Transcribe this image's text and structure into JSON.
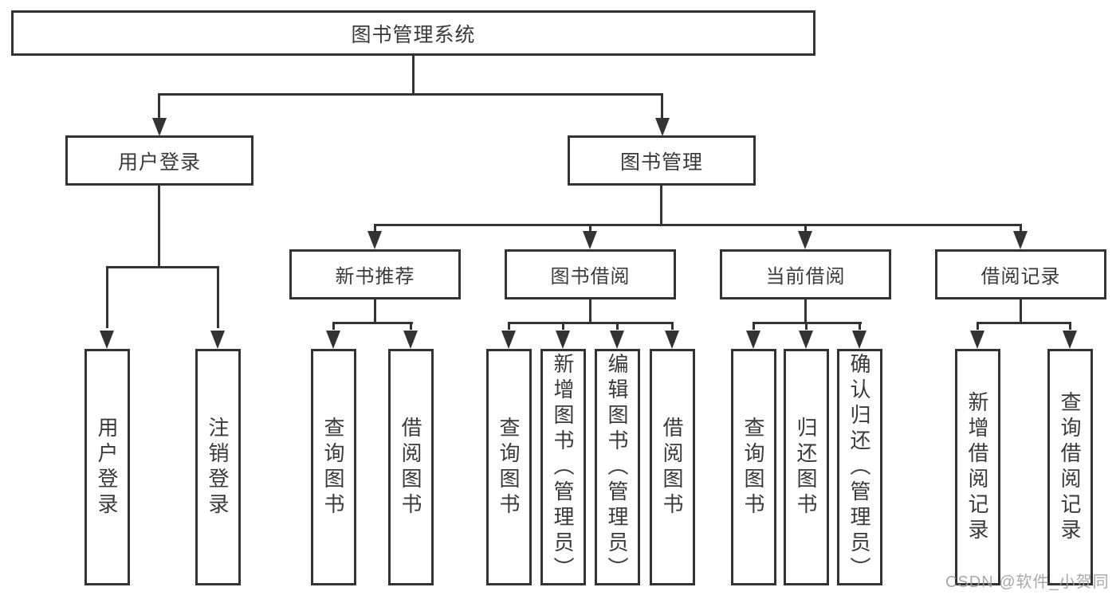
{
  "diagram": {
    "root": {
      "label": "图书管理系统"
    },
    "branches": [
      {
        "label": "用户登录",
        "children": [
          {
            "label": "用户登录"
          },
          {
            "label": "注销登录"
          }
        ]
      },
      {
        "label": "图书管理",
        "sections": [
          {
            "label": "新书推荐",
            "children": [
              {
                "label": "查询图书"
              },
              {
                "label": "借阅图书"
              }
            ]
          },
          {
            "label": "图书借阅",
            "children": [
              {
                "label": "查询图书"
              },
              {
                "label": "新增图书（管理员）"
              },
              {
                "label": "编辑图书（管理员）"
              },
              {
                "label": "借阅图书"
              }
            ]
          },
          {
            "label": "当前借阅",
            "children": [
              {
                "label": "查询图书"
              },
              {
                "label": "归还图书"
              },
              {
                "label": "确认归还（管理员）"
              }
            ]
          },
          {
            "label": "借阅记录",
            "children": [
              {
                "label": "新增借阅记录"
              },
              {
                "label": "查询借阅记录"
              }
            ]
          }
        ]
      }
    ]
  },
  "watermark": {
    "text": "CSDN @软件_小贺同学"
  },
  "colors": {
    "line": "#333333",
    "text": "#3a3a3a",
    "watermark": "#9d9d9d",
    "background": "#ffffff"
  }
}
